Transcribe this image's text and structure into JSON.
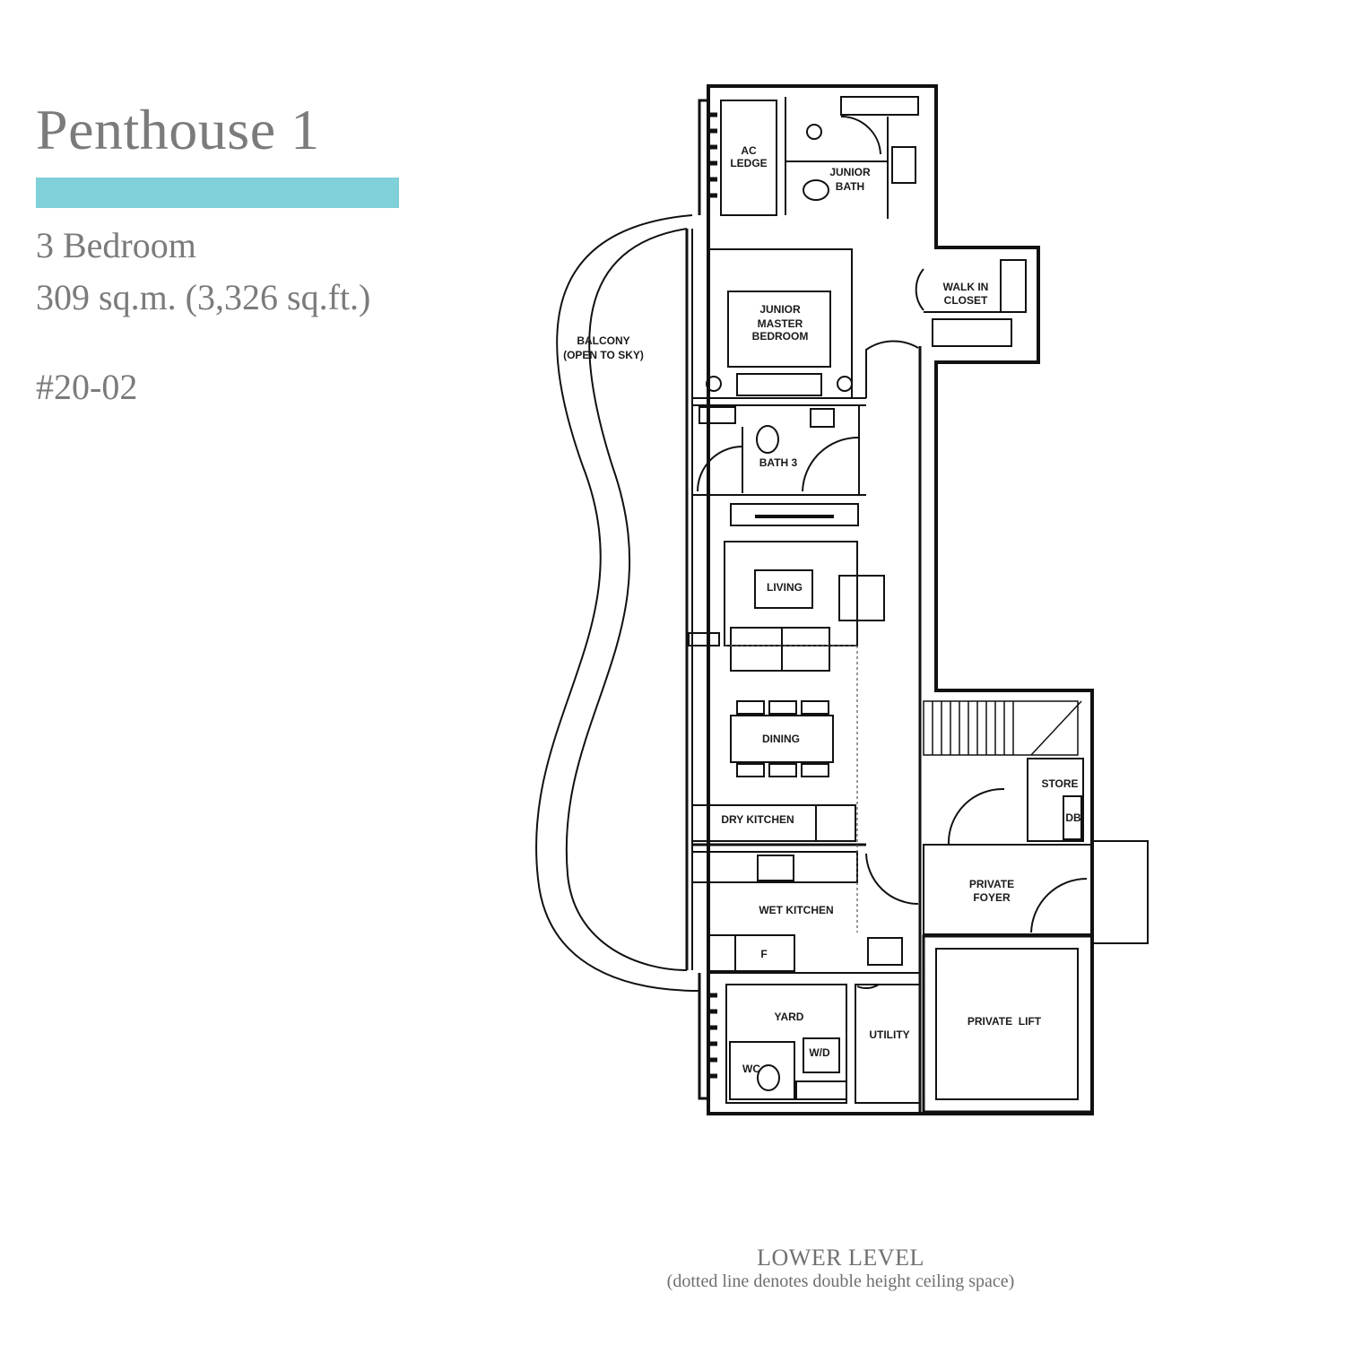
{
  "header": {
    "title": "Penthouse 1",
    "bedrooms": "3 Bedroom",
    "area": "309 sq.m. (3,326 sq.ft.)",
    "unit": "#20-02"
  },
  "colors": {
    "accent": "#7fd0d8",
    "text_grey": "#7b7b7b",
    "wall": "#111111"
  },
  "rooms": {
    "ac_ledge": [
      "AC",
      "LEDGE"
    ],
    "junior_bath": [
      "JUNIOR",
      "BATH"
    ],
    "walk_in_closet": [
      "WALK IN",
      "CLOSET"
    ],
    "junior_master_bedroom": [
      "JUNIOR",
      "MASTER",
      "BEDROOM"
    ],
    "balcony": [
      "BALCONY",
      "(OPEN TO SKY)"
    ],
    "bath_3": "BATH 3",
    "living": "LIVING",
    "dining": "DINING",
    "dry_kitchen": "DRY KITCHEN",
    "wet_kitchen": "WET KITCHEN",
    "fridge": "F",
    "store": "STORE",
    "db": "DB",
    "private_foyer": [
      "PRIVATE",
      "FOYER"
    ],
    "private_lift": "PRIVATE  LIFT",
    "yard": "YARD",
    "wd": "W/D",
    "wc": "WC",
    "utility": "UTILITY"
  },
  "footer": {
    "level": "LOWER LEVEL",
    "note": "(dotted line denotes double height ceiling space)"
  }
}
